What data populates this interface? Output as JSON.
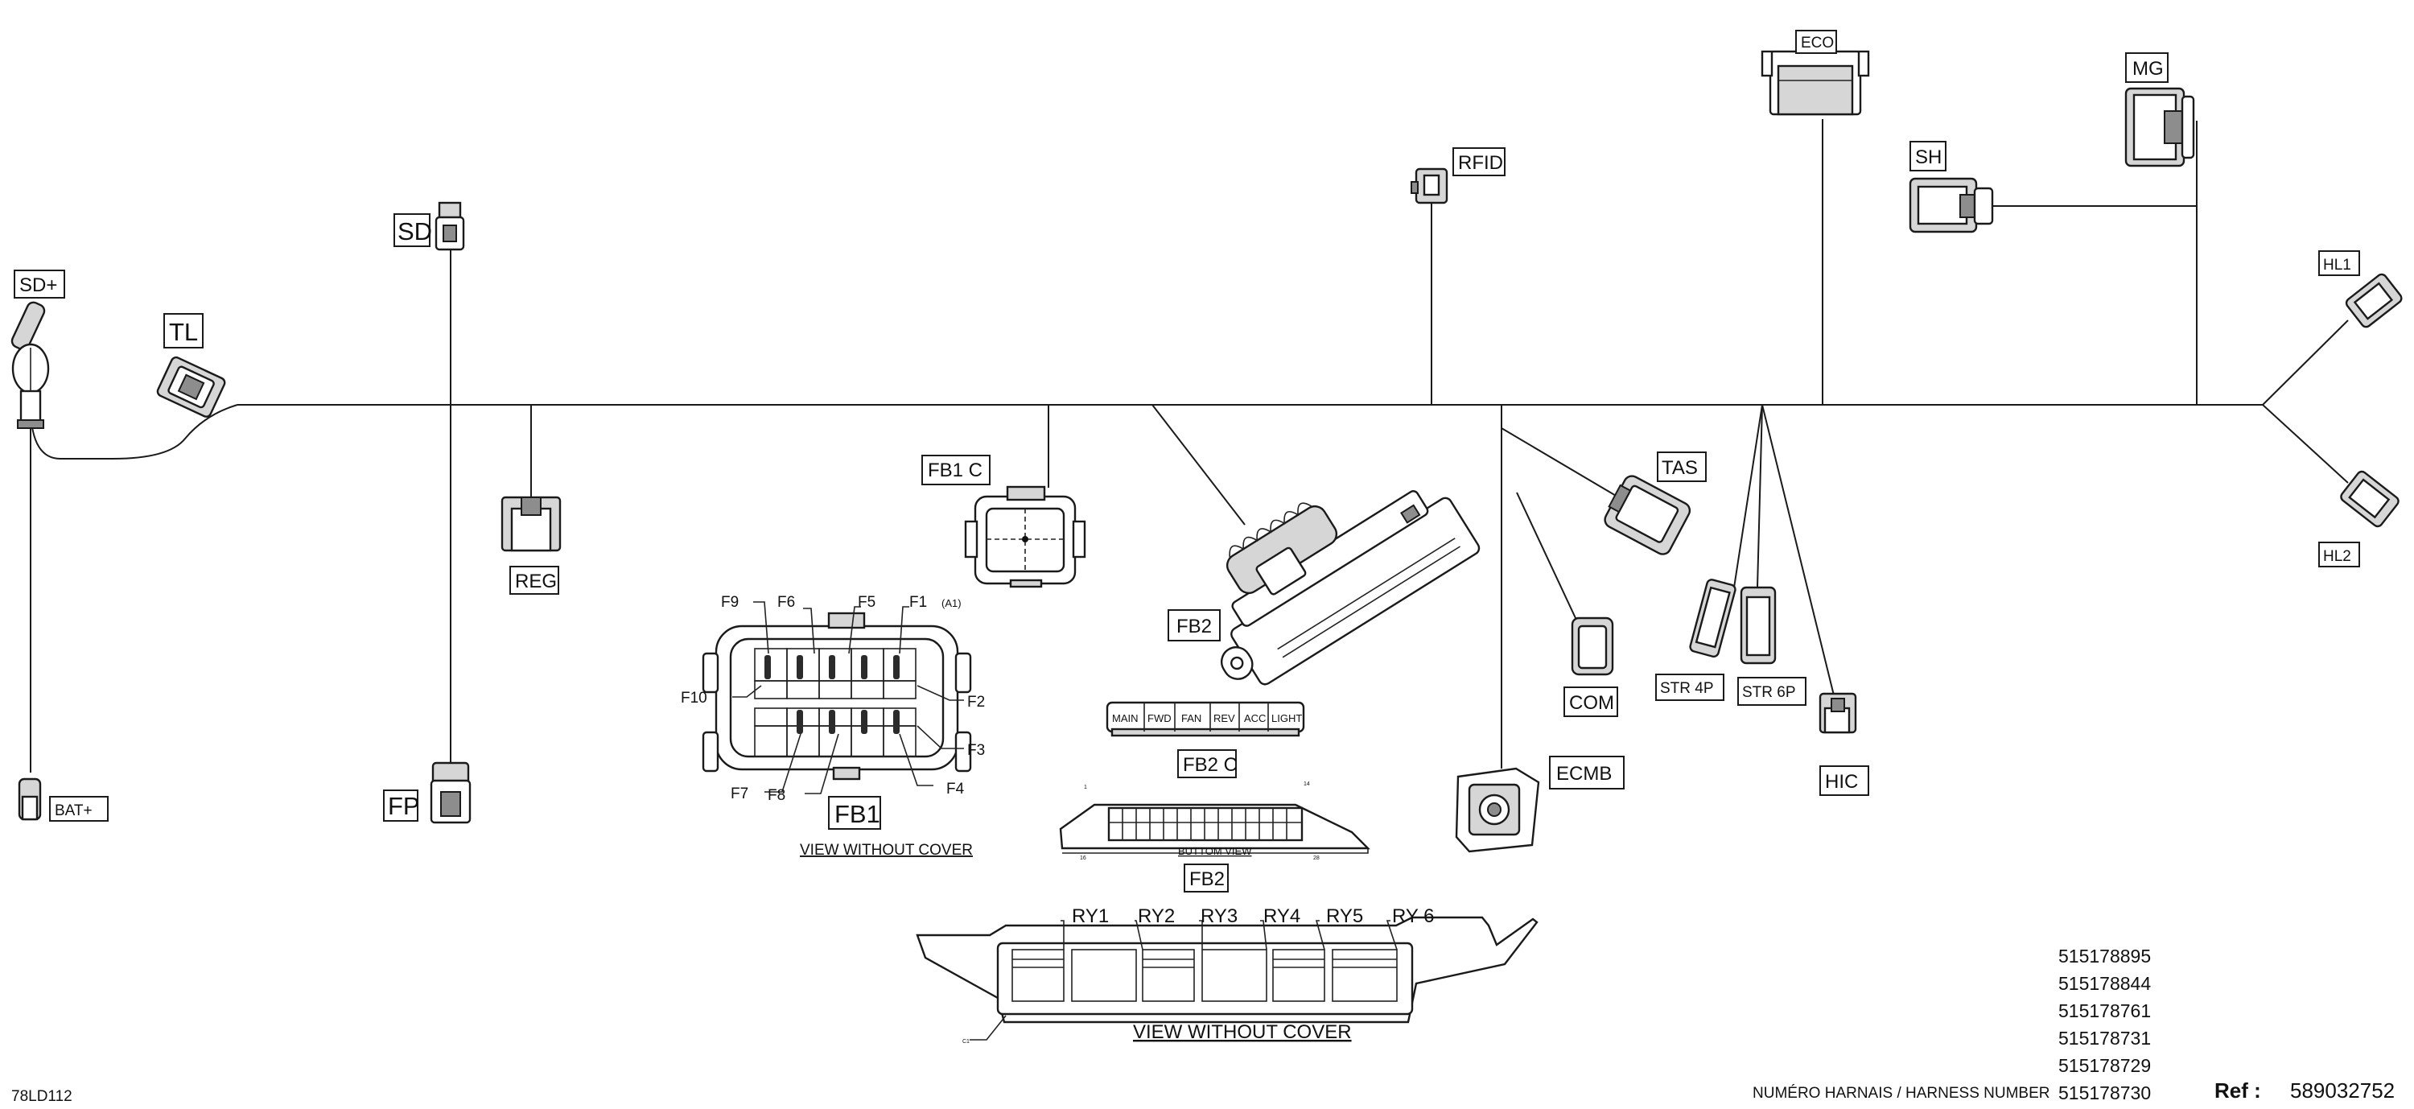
{
  "connectors": {
    "sd_plus": "SD+",
    "tl": "TL",
    "sd": "SD",
    "reg": "REG",
    "fp": "FP",
    "bat_plus": "BAT+",
    "fb1c": "FB1 C",
    "fb1": "FB1",
    "fb2": "FB2",
    "fb2c": "FB2 C",
    "fb2_bottom": "FB2",
    "rfid": "RFID",
    "eco": "ECO",
    "mg": "MG",
    "sh": "SH",
    "hl1": "HL1",
    "hl2": "HL2",
    "tas": "TAS",
    "com": "COM",
    "ecmb": "ECMB",
    "str4p": "STR 4P",
    "str6p": "STR 6P",
    "hic": "HIC"
  },
  "fuses": {
    "f1": "F1",
    "a1": "(A1)",
    "f2": "F2",
    "f3": "F3",
    "f4": "F4",
    "f5": "F5",
    "f6": "F6",
    "f7": "F7",
    "f8": "F8",
    "f9": "F9",
    "f10": "F10"
  },
  "relays": {
    "ry1": "RY1",
    "ry2": "RY2",
    "ry3": "RY3",
    "ry4": "RY4",
    "ry5": "RY5",
    "ry6": "RY 6"
  },
  "fb2c_slots": [
    "MAIN",
    "FWD",
    "FAN",
    "REV",
    "ACC",
    "LIGHT"
  ],
  "notes": {
    "fb1_view": "VIEW WITHOUT COVER",
    "relay_view": "VIEW WITHOUT COVER",
    "bottom_view": "BUTTOM VIEW"
  },
  "fb2_pins": {
    "p1": "1",
    "p16": "16",
    "p14": "14",
    "p28": "28"
  },
  "relay_pin": "C1",
  "harness_numbers": [
    "515178895",
    "515178844",
    "515178761",
    "515178731",
    "515178729",
    "515178730"
  ],
  "footer": {
    "drawing_code": "78LD112",
    "harness_label": "NUMÉRO HARNAIS / HARNESS NUMBER",
    "ref_label": "Ref :",
    "ref_number": "589032752"
  }
}
